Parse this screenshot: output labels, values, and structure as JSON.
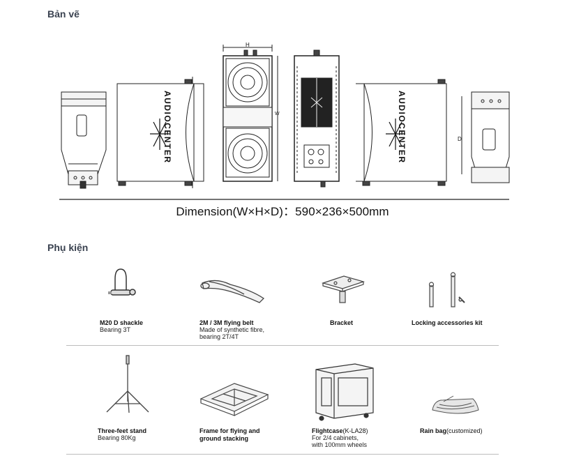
{
  "sections": {
    "drawing_title": "Bản vẽ",
    "accessories_title": "Phụ kiện"
  },
  "drawing": {
    "dimension_text": "Dimension(W×H×D)：590×236×500mm",
    "label_h": "H",
    "label_w": "W",
    "label_d": "D",
    "brand_text": "AUDIOCENTER"
  },
  "accessories": [
    {
      "name": "M20 D shackle",
      "name_suffix": "",
      "desc": "Bearing 3T",
      "icon": "shackle-icon"
    },
    {
      "name": "2M / 3M flying belt",
      "name_suffix": "",
      "desc": "Made of synthetic fibre,\nbearing 2T/4T",
      "icon": "flying-belt-icon"
    },
    {
      "name": "Bracket",
      "name_suffix": "",
      "desc": "",
      "icon": "bracket-icon"
    },
    {
      "name": "Locking accessories  kit",
      "name_suffix": "",
      "desc": "",
      "icon": "locking-kit-icon"
    },
    {
      "name": "Three-feet stand",
      "name_suffix": "",
      "desc": "Bearing 80Kg",
      "icon": "tripod-stand-icon"
    },
    {
      "name": "Frame for flying and\nground stacking",
      "name_suffix": "",
      "desc": "",
      "icon": "flying-frame-icon"
    },
    {
      "name": "Flightcase",
      "name_suffix": "(K-LA28)",
      "desc": "For 2/4 cabinets,\nwith 100mm wheels",
      "icon": "flightcase-icon"
    },
    {
      "name": "Rain bag",
      "name_suffix": "(customized)",
      "desc": "",
      "icon": "rain-bag-icon"
    }
  ]
}
